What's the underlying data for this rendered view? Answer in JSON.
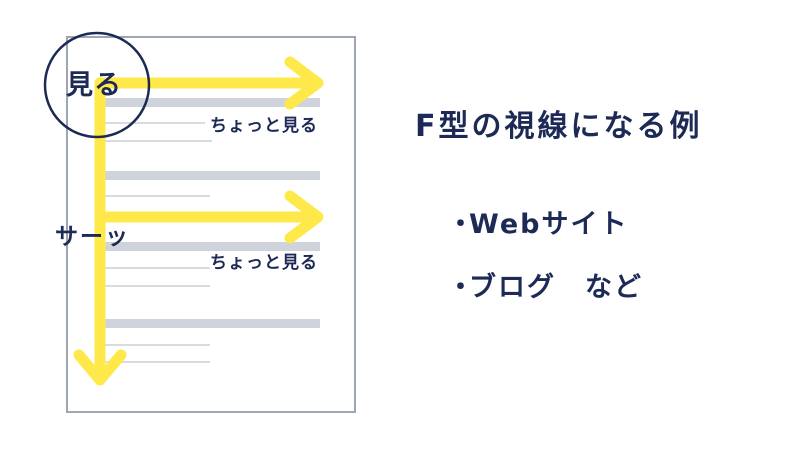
{
  "diagram": {
    "circle_label": "見る",
    "glance_labels": [
      "ちょっと見る",
      "ちょっと見る"
    ],
    "skim_label": "サーッ"
  },
  "title": "F型の視線になる例",
  "bullets": [
    {
      "marker": "・",
      "text": "Webサイト"
    },
    {
      "marker": "・",
      "text": "ブログ　など"
    }
  ],
  "colors": {
    "text": "#1c2a55",
    "arrow": "#ffe94a",
    "page_border": "#9ea5b3",
    "text_bar": "#cfd4dc",
    "text_line": "#d7dbe2"
  }
}
